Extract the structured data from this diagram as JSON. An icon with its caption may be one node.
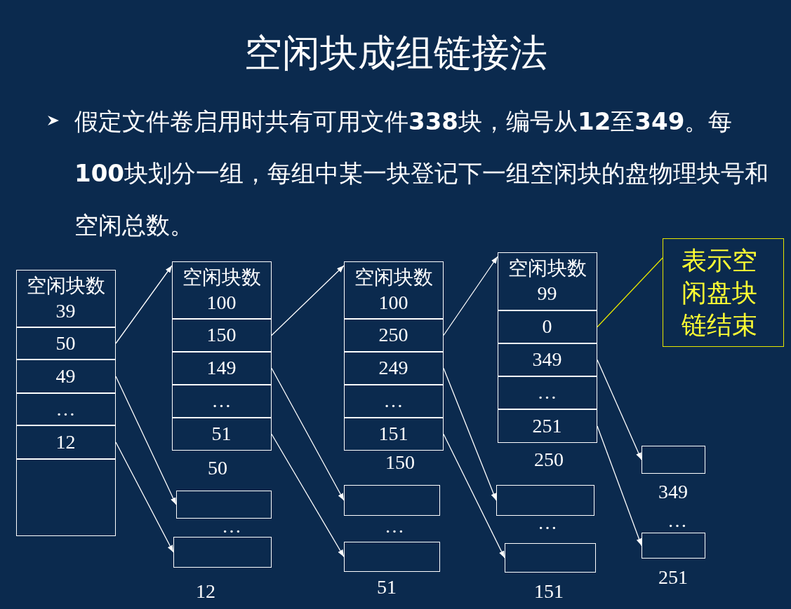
{
  "diagram": {
    "title": "空闲块成组链接法",
    "nodes": [
      {
        "text": [],
        "shape": "box"
      },
      {
        "text": [
          "空闲块数",
          "39"
        ],
        "in": 0
      },
      {
        "text": [
          "50"
        ],
        "in": 0
      },
      {
        "text": [
          "49"
        ],
        "in": 0
      },
      {
        "text": [
          "…"
        ],
        "in": 0
      },
      {
        "text": [
          "12"
        ],
        "in": 0
      },
      {
        "text": [],
        "shape": "box",
        "in": 0
      },
      {
        "text": [],
        "shape": "box",
        "beside": [
          "50"
        ]
      },
      {
        "text": [
          "空闲块数",
          "100"
        ],
        "in": 7
      },
      {
        "text": [
          "150"
        ],
        "in": 7
      },
      {
        "text": [
          "149"
        ],
        "in": 7
      },
      {
        "text": [
          "…"
        ],
        "in": 7
      },
      {
        "text": [
          "51"
        ],
        "in": 7
      },
      {
        "text": [],
        "shape": "box",
        "beside": [
          "150"
        ]
      },
      {
        "text": [
          "空闲块数",
          "100"
        ],
        "in": 13
      },
      {
        "text": [
          "250"
        ],
        "in": 13
      },
      {
        "text": [
          "249"
        ],
        "in": 13
      },
      {
        "text": [
          "…"
        ],
        "in": 13
      },
      {
        "text": [
          "151"
        ],
        "in": 13
      },
      {
        "text": [],
        "shape": "box",
        "beside": [
          "250"
        ]
      },
      {
        "text": [
          "空闲块数",
          "99"
        ],
        "in": 19
      },
      {
        "text": [
          "0"
        ],
        "in": 19
      },
      {
        "text": [
          "349"
        ],
        "in": 19
      },
      {
        "text": [
          "…"
        ],
        "in": 19
      },
      {
        "text": [
          "251"
        ],
        "in": 19
      },
      {
        "text": [
          "表示空闲盘块链结束"
        ]
      },
      {
        "text": [],
        "shape": "box"
      },
      {
        "text": [],
        "shape": "box",
        "beside": [
          "12"
        ]
      },
      {
        "text": [],
        "shape": "box"
      },
      {
        "text": [],
        "shape": "box",
        "beside": [
          "51"
        ]
      },
      {
        "text": [],
        "shape": "box"
      },
      {
        "text": [],
        "shape": "box",
        "beside": [
          "151"
        ]
      },
      {
        "text": [],
        "shape": "box",
        "beside": [
          "349"
        ]
      },
      {
        "text": [],
        "shape": "box",
        "beside": [
          "251"
        ]
      }
    ],
    "edges": [
      {
        "from": 2,
        "to": 7,
        "arrow": "to"
      },
      {
        "from": 3,
        "to": 26,
        "arrow": "to"
      },
      {
        "from": 5,
        "to": 27,
        "arrow": "to"
      },
      {
        "from": 9,
        "to": 13,
        "arrow": "to"
      },
      {
        "from": 10,
        "to": 28,
        "arrow": "to"
      },
      {
        "from": 12,
        "to": 29,
        "arrow": "to"
      },
      {
        "from": 15,
        "to": 19,
        "arrow": "to"
      },
      {
        "from": 16,
        "to": 30,
        "arrow": "to"
      },
      {
        "from": 18,
        "to": 31,
        "arrow": "to"
      },
      {
        "from": 22,
        "to": 32,
        "arrow": "to"
      },
      {
        "from": 24,
        "to": 33,
        "arrow": "to"
      },
      {
        "from": 25,
        "to": 21,
        "arrow": "none",
        "color": "#e6e600"
      }
    ],
    "labels": [
      "假定文件卷启用时共有可用文件**338**块，编号从**12**至**349**。每**100**块划分一组，每组中某一块登记下一组空闲块的盘物理块号和空闲总数。",
      "…",
      "…",
      "…",
      "…"
    ]
  }
}
